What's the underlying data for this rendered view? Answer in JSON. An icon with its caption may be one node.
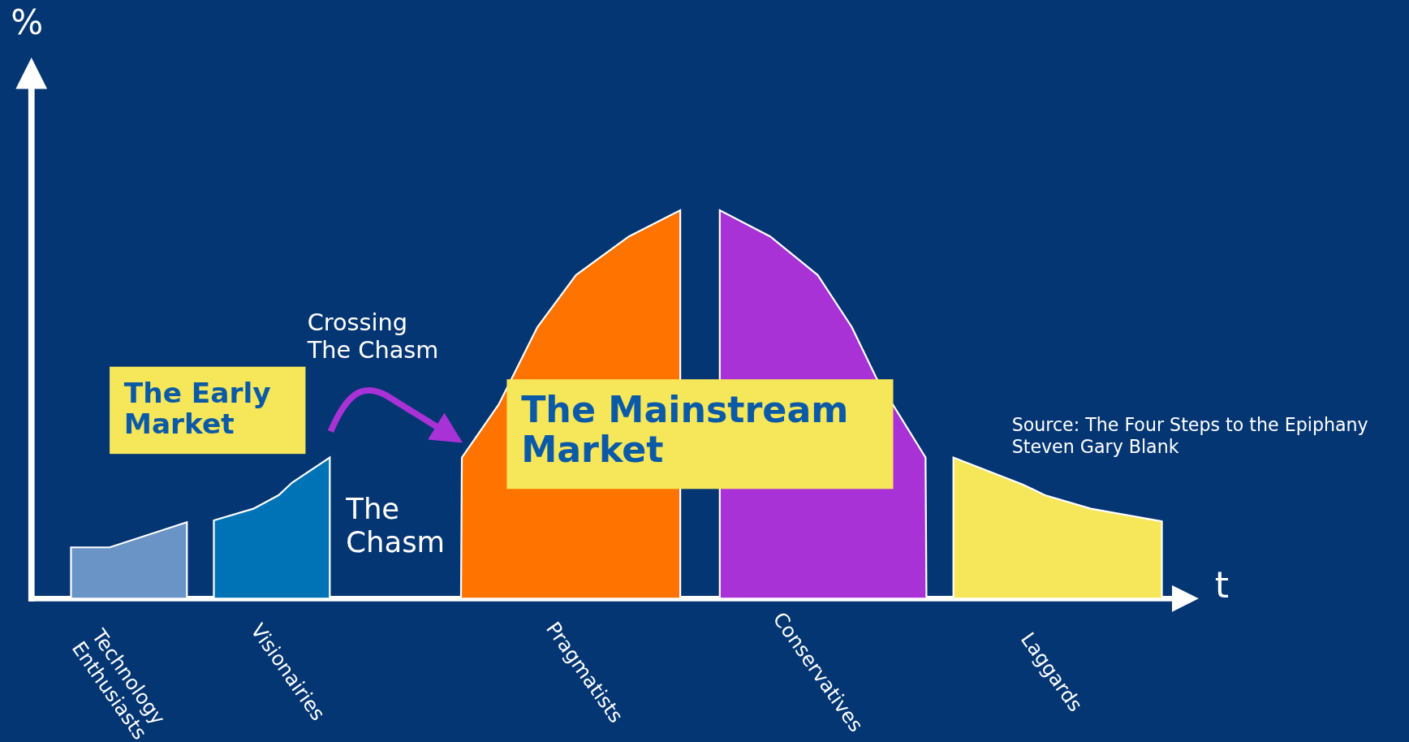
{
  "diagram": {
    "nodes": [
      {
        "text": [
          "Technology Enthusiasts"
        ]
      },
      {
        "text": [
          "Visionairies"
        ]
      },
      {
        "text": [
          "Pragmatists"
        ]
      },
      {
        "text": [
          "Conservatives"
        ]
      },
      {
        "text": [
          "Laggards"
        ]
      },
      {
        "text": [
          "The Early Market"
        ]
      },
      {
        "text": [
          "The Mainstream Market"
        ]
      }
    ],
    "edges": [
      {
        "from": null,
        "to": 2,
        "arrow": "to"
      }
    ],
    "labels": [
      "%",
      "t",
      "Crossing The Chasm",
      "The Chasm",
      "Source: The Four Steps to the Epiphany",
      "Steven Gary Blank"
    ]
  }
}
